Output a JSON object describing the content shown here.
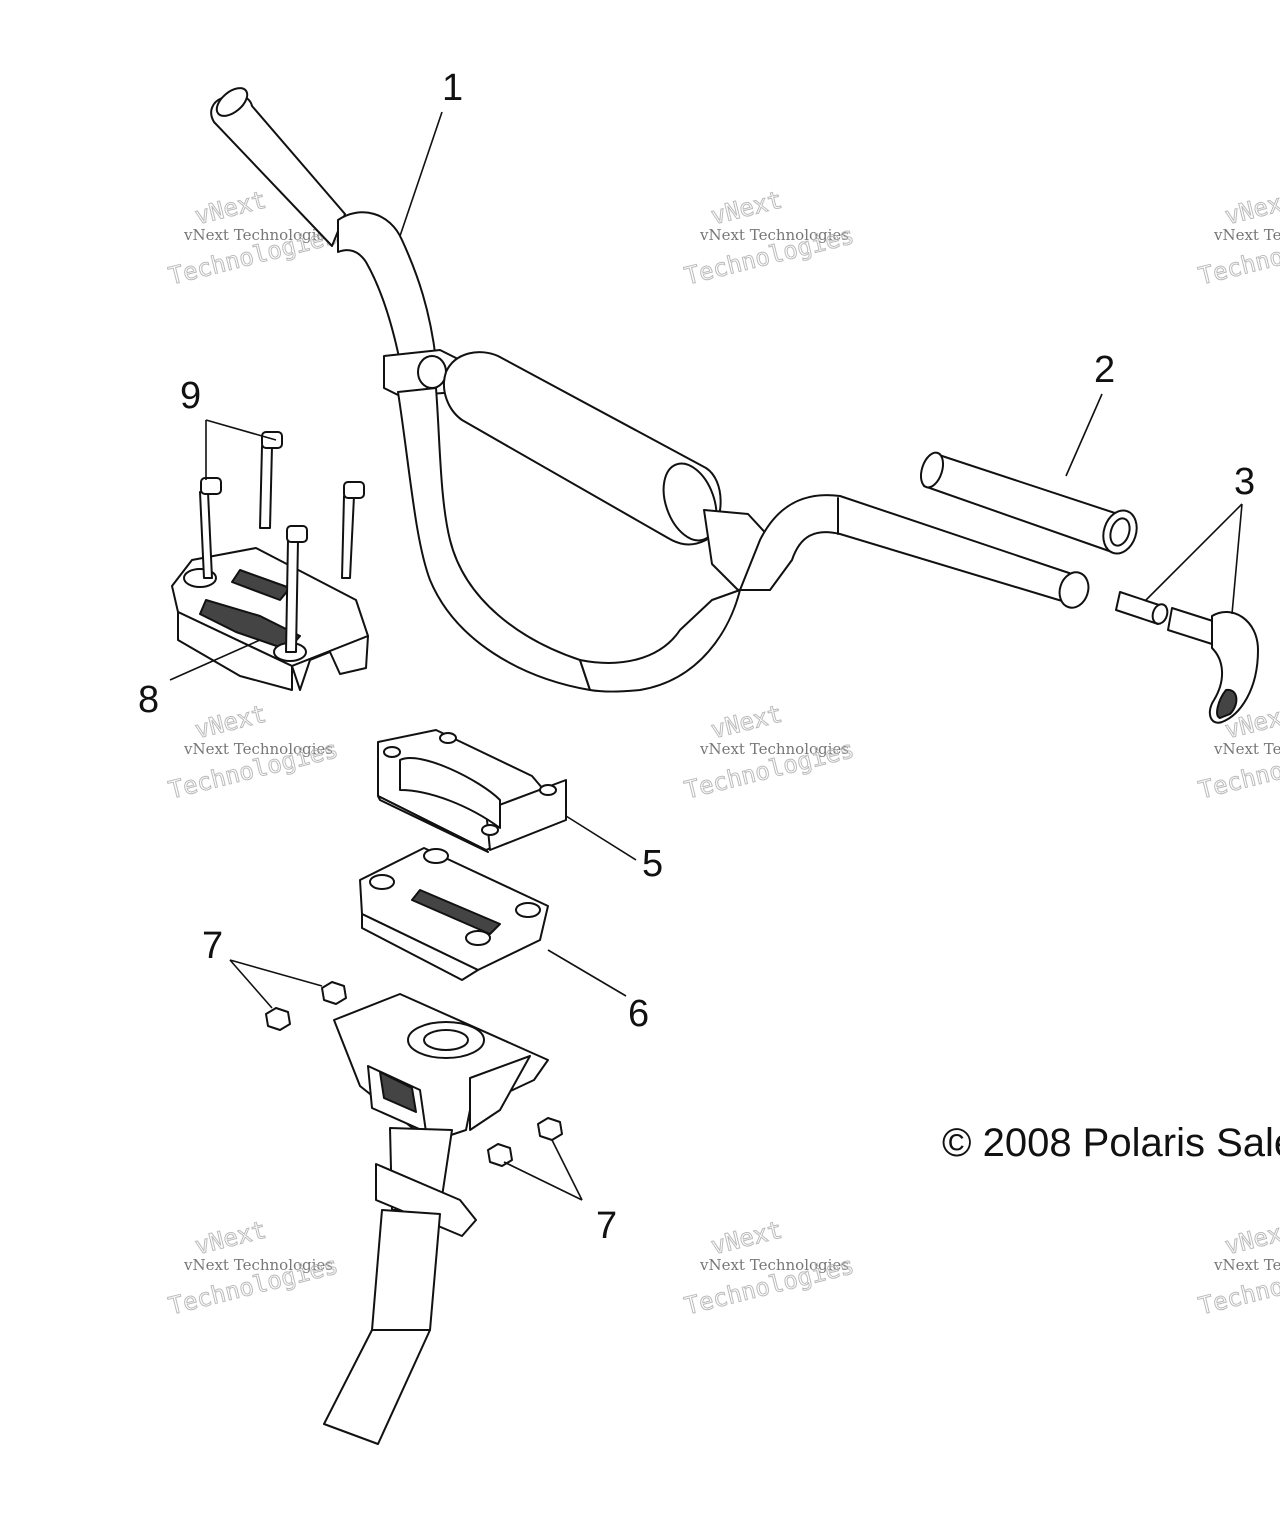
{
  "callouts": {
    "c1": "1",
    "c2": "2",
    "c3": "3",
    "c5": "5",
    "c6": "6",
    "c7a": "7",
    "c7b": "7",
    "c8": "8",
    "c9": "9"
  },
  "copyright": "© 2008 Polaris Sale",
  "watermark": {
    "line1": "vNext Technologies",
    "line2": "vNext",
    "line3": "Technologies"
  }
}
